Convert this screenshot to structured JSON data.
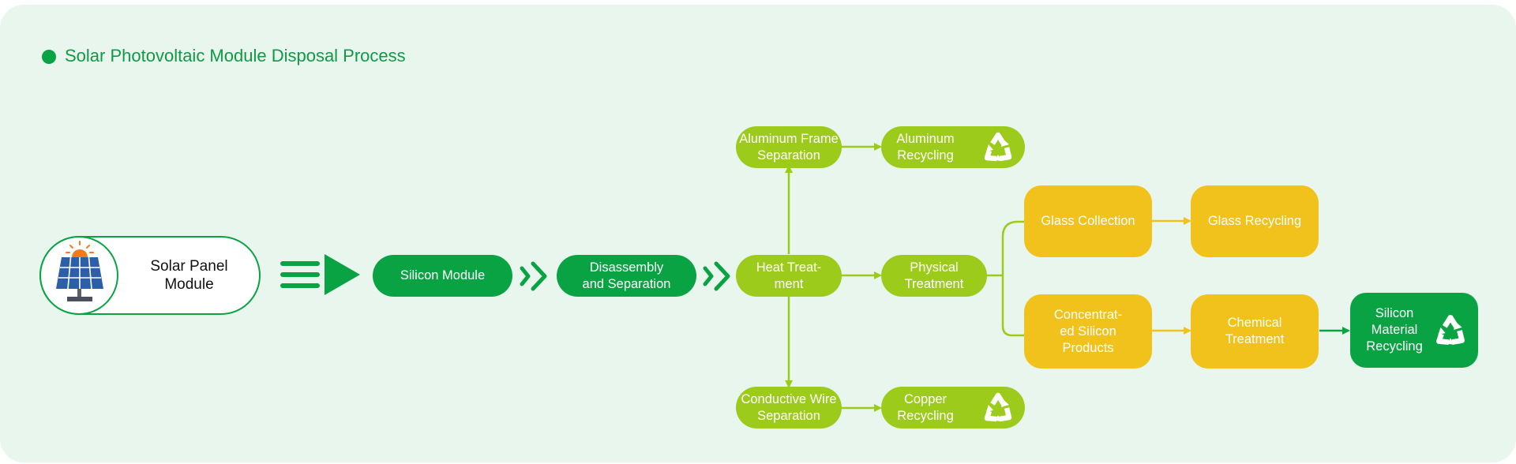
{
  "title": "Solar Photovoltaic Module Disposal Process",
  "colors": {
    "background": "#e8f6ee",
    "green": "#0aa344",
    "lime": "#9ccb1b",
    "yellow": "#f1c21c",
    "panel_blue": "#2d5fa8",
    "sun_orange": "#f07b1e"
  },
  "nodes": {
    "source": "Solar Panel Module",
    "silicon_module": "Silicon Module",
    "disassembly": "Disassembly and Separation",
    "heat_treatment": "Heat Treat-ment",
    "aluminum_frame_separation": "Aluminum Frame Separation",
    "aluminum_recycling": "Aluminum Recycling",
    "conductive_wire_separation": "Conductive Wire Separation",
    "copper_recycling": "Copper Recycling",
    "physical_treatment": "Physical Treatment",
    "glass_collection": "Glass Collection",
    "glass_recycling": "Glass Recycling",
    "concentrated_silicon": "Concentrat-ed Silicon Products",
    "chemical_treatment": "Chemical Treatment",
    "silicon_recycling": "Silicon Material Recycling"
  },
  "icons": {
    "source": "solar-panel-icon",
    "recycle": "recycle-icon",
    "flow_start": "lines-arrow-icon",
    "flow_step": "double-chevron-icon"
  }
}
